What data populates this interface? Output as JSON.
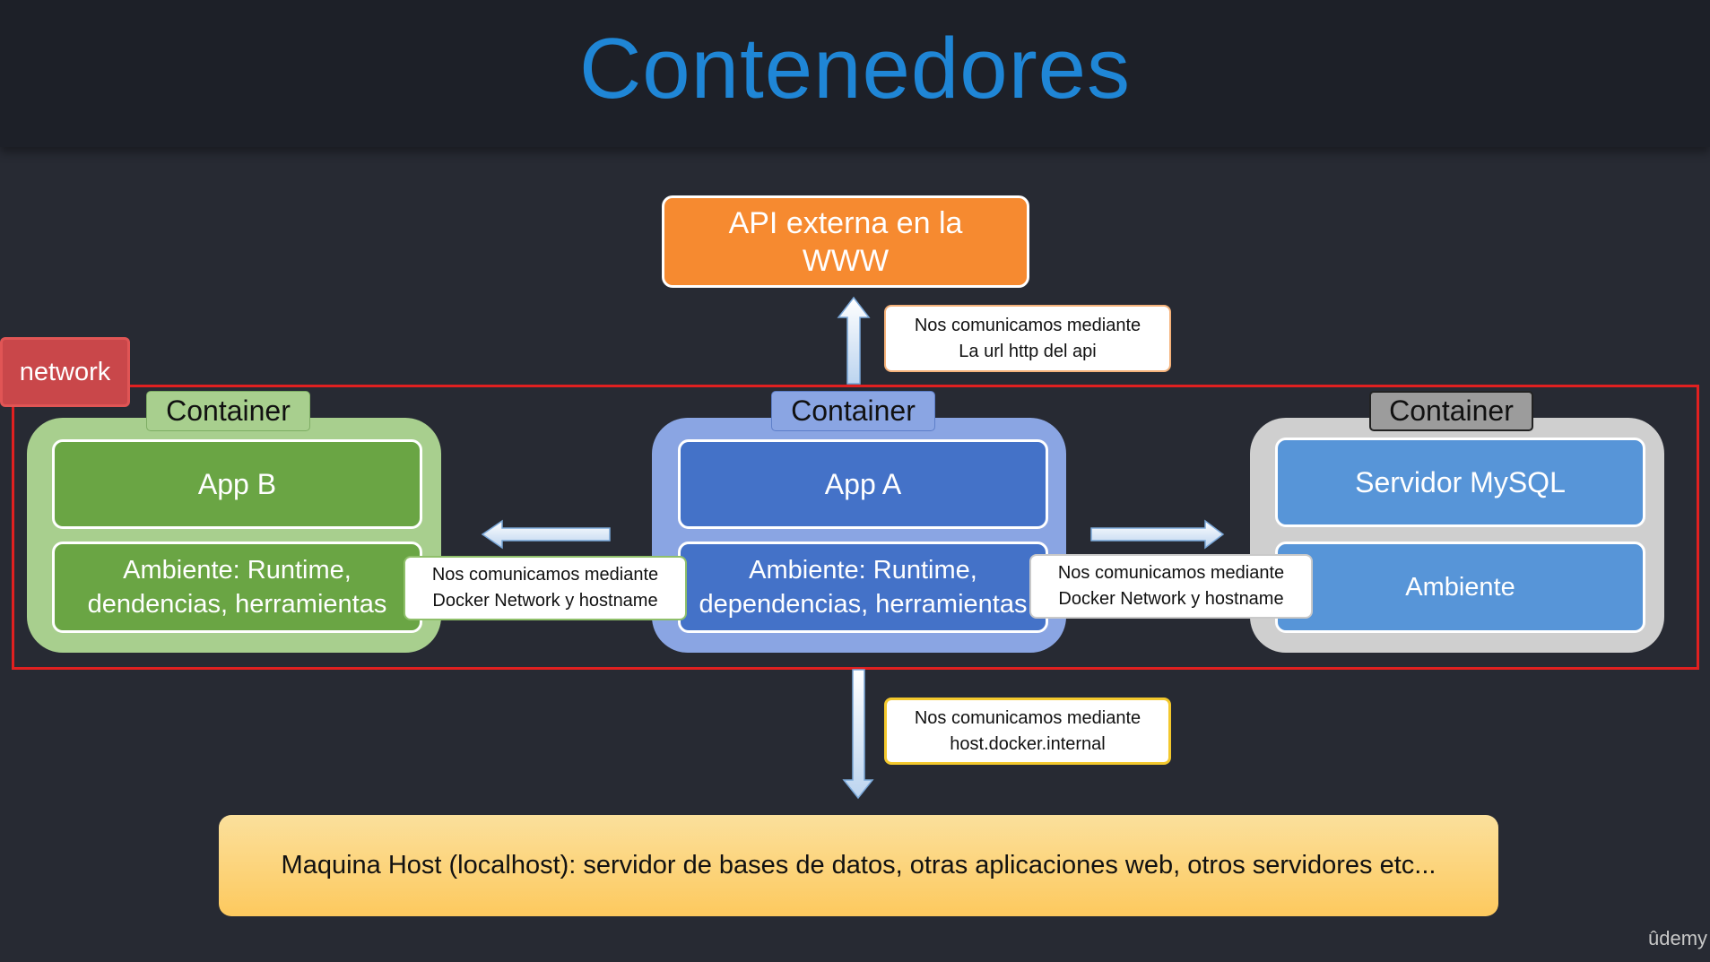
{
  "title": "Contenedores",
  "api": {
    "line1": "API externa en la",
    "line2": "WWW"
  },
  "notes": {
    "top": {
      "line1": "Nos comunicamos mediante",
      "line2": "La url http del api"
    },
    "left": {
      "line1": "Nos comunicamos mediante",
      "line2": "Docker Network y hostname"
    },
    "right": {
      "line1": "Nos comunicamos mediante",
      "line2": "Docker Network y hostname"
    },
    "bottom": {
      "line1": "Nos comunicamos mediante",
      "line2": "host.docker.internal"
    }
  },
  "network_label": "network",
  "containers": {
    "b": {
      "tab": "Container",
      "app": "App B",
      "env_line1": "Ambiente: Runtime,",
      "env_line2": "dendencias, herramientas",
      "color": "#6aa544"
    },
    "a": {
      "tab": "Container",
      "app": "App A",
      "env_line1": "Ambiente: Runtime,",
      "env_line2": "dependencias, herramientas",
      "color": "#4472c8"
    },
    "mysql": {
      "tab": "Container",
      "app": "Servidor MySQL",
      "env": "Ambiente",
      "color": "#5795d8"
    }
  },
  "host": "Maquina Host (localhost): servidor de bases de datos, otras aplicaciones web, otros servidores etc...",
  "watermark": "ûdemy",
  "colors": {
    "title": "#1f86d6",
    "api": "#f68a30",
    "network": "#e02020",
    "host": "#fdc95e"
  }
}
